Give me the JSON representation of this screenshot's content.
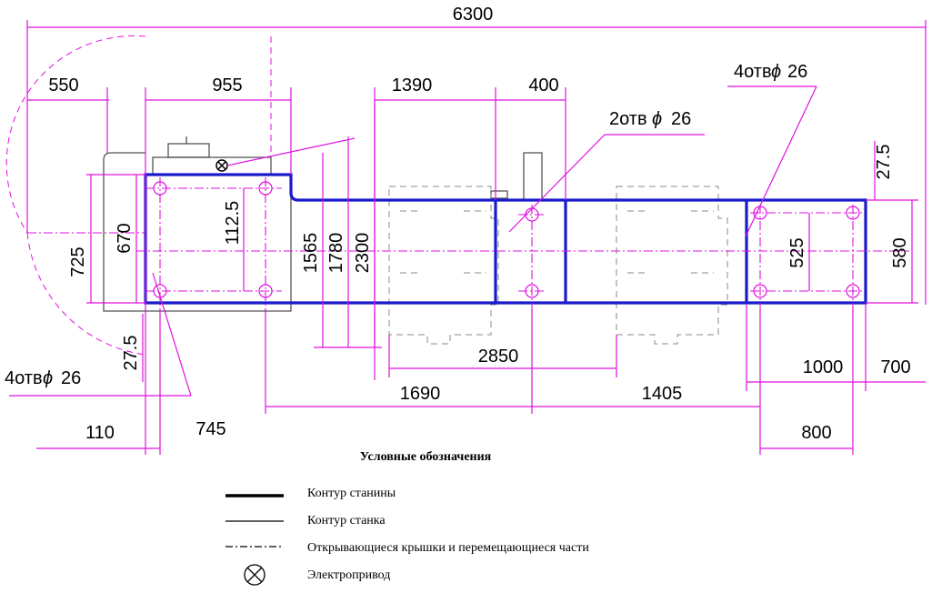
{
  "dimensions": {
    "total_length": "6300",
    "d550": "550",
    "d955": "955",
    "d1390": "1390",
    "d400": "400",
    "holes_right": "4отв",
    "holes_right_dia": "26",
    "holes_mid": "2отв",
    "holes_mid_dia": "26",
    "d27_5_top": "27.5",
    "d112_5": "112.5",
    "d725": "725",
    "d670": "670",
    "d1565": "1565",
    "d1780": "1780",
    "d2300": "2300",
    "d525": "525",
    "d580": "580",
    "d27_5_left": "27.5",
    "holes_left": "4отв",
    "holes_left_dia": "26",
    "d2850": "2850",
    "d1690": "1690",
    "d1405": "1405",
    "d1000": "1000",
    "d700": "700",
    "d110": "110",
    "d745": "745",
    "d800": "800"
  },
  "legend": {
    "title": "Условные обозначения",
    "items": [
      {
        "style": "thick",
        "label": "Контур станины"
      },
      {
        "style": "thin",
        "label": "Контур станка"
      },
      {
        "style": "dashdot",
        "label": "Открывающиеся крышки и перемещающиеся части"
      },
      {
        "style": "motor",
        "label": "Электропривод"
      }
    ]
  },
  "colors": {
    "dimension": "#e010e0",
    "frame": "#1a1acc",
    "machine": "#555555"
  }
}
